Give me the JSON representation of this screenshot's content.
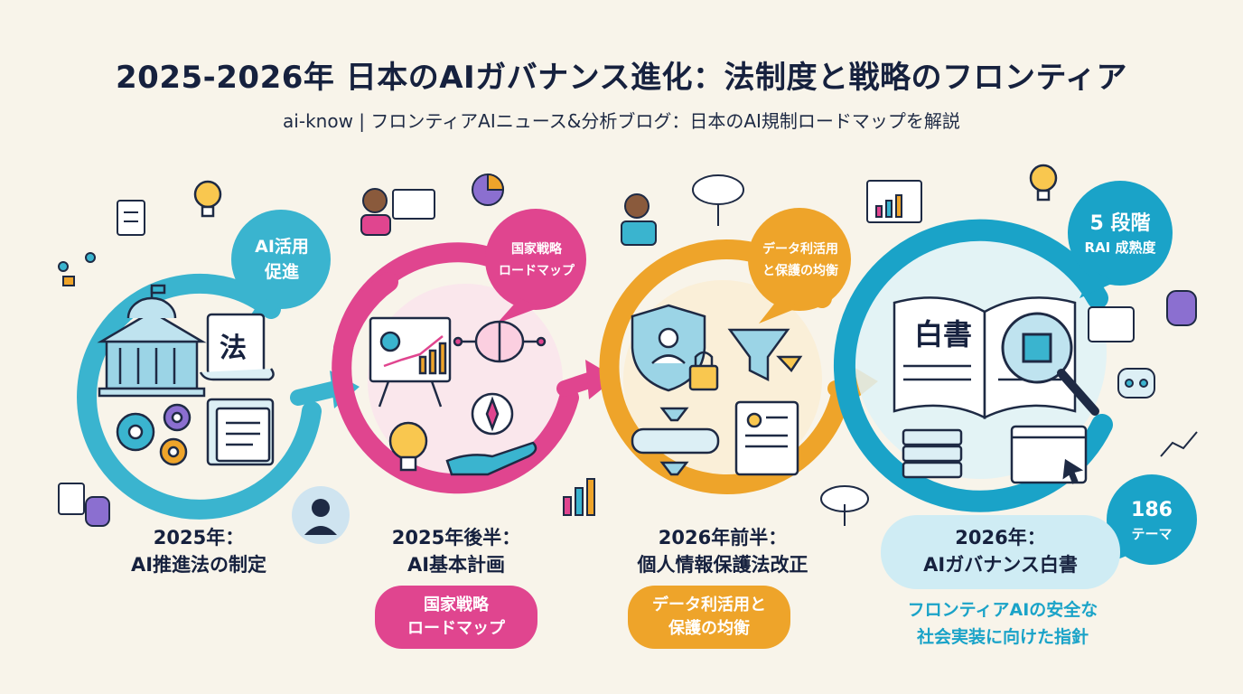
{
  "header": {
    "title": "2025-2026年 日本のAIガバナンス進化：法制度と戦略のフロンティア",
    "subtitle": "ai-know | フロンティアAIニュース&分析ブログ：日本のAI規制ロードマップを解説"
  },
  "stages": [
    {
      "title_line1": "2025年：",
      "title_line2": "AI推進法の制定",
      "bubble_line1": "AI活用",
      "bubble_line2": "促進",
      "icon_label": "法",
      "color": "#3ab4cf"
    },
    {
      "title_line1": "2025年後半：",
      "title_line2": "AI基本計画",
      "bubble_line1": "国家戦略",
      "bubble_line2": "ロードマップ",
      "pill_line1": "国家戦略",
      "pill_line2": "ロードマップ",
      "color": "#e0458f"
    },
    {
      "title_line1": "2026年前半：",
      "title_line2": "個人情報保護法改正",
      "bubble_line1": "データ利活用",
      "bubble_line2": "と保護の均衡",
      "pill_line1": "データ利活用と",
      "pill_line2": "保護の均衡",
      "color": "#eea42a"
    },
    {
      "title_line1": "2026年：",
      "title_line2": "AIガバナンス白書",
      "icon_label": "白書",
      "caption_line1": "フロンティアAIの安全な",
      "caption_line2": "社会実装に向けた指針",
      "color": "#1aa3c8"
    }
  ],
  "stats": [
    {
      "value": "5 段階",
      "label": "RAI 成熟度"
    },
    {
      "value": "186",
      "label": "テーマ"
    }
  ]
}
